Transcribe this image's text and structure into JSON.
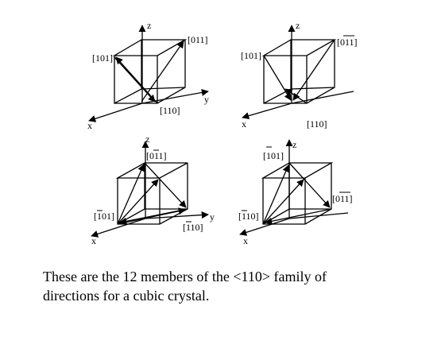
{
  "diagrams": [
    {
      "axes": {
        "x": "x",
        "y": "y",
        "z": "z"
      },
      "labels": {
        "a": "[101]",
        "b": "[011]",
        "c": "[110]"
      }
    },
    {
      "axes": {
        "x": "x",
        "z": "z"
      },
      "labels": {
        "a": "[101]",
        "b": "[011]",
        "c": "[110]"
      }
    },
    {
      "axes": {
        "x": "x",
        "y": "y",
        "z": "z"
      },
      "labels": {
        "a": "[011]",
        "b": "[101]",
        "c": "[110]"
      }
    },
    {
      "axes": {
        "x": "x",
        "z": "z"
      },
      "labels": {
        "a": "[101]",
        "b": "[011]",
        "c": "[110]"
      }
    }
  ],
  "caption": {
    "line1": "These are the 12 members of the <110> family of",
    "line2": "directions for a cubic crystal."
  }
}
